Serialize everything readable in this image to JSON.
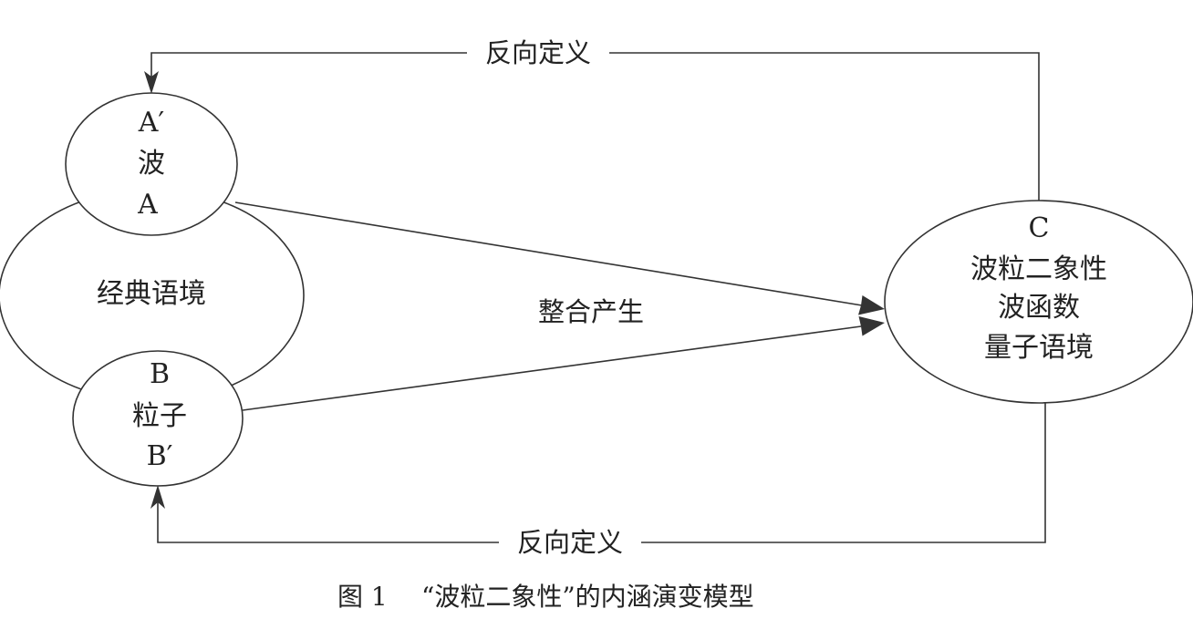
{
  "nodes": {
    "wave": {
      "top_label": "A′",
      "name": "波",
      "bottom_label": "A"
    },
    "classical": {
      "name": "经典语境"
    },
    "particle": {
      "top_label": "B",
      "name": "粒子",
      "bottom_label": "B′"
    },
    "quantum": {
      "top_label": "C",
      "line1": "波粒二象性",
      "line2": "波函数",
      "line3": "量子语境"
    }
  },
  "edges": {
    "integrate_label": "整合产生",
    "reverse_top_label": "反向定义",
    "reverse_bottom_label": "反向定义"
  },
  "caption": {
    "figure_number": "图 1",
    "text": "“波粒二象性”的内涵演变模型"
  }
}
